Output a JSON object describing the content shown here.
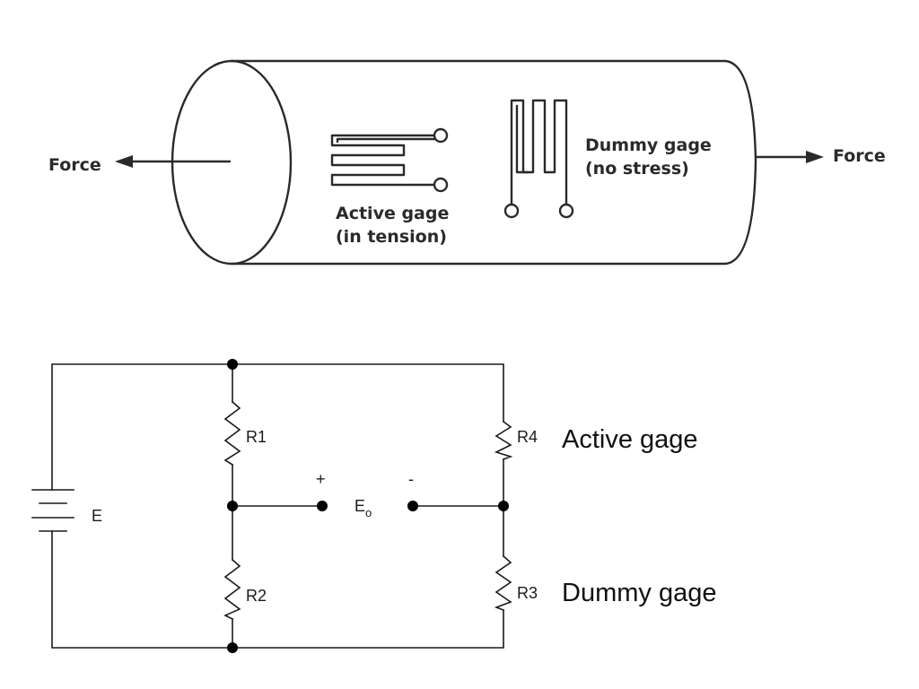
{
  "cylinder": {
    "force_left": "Force",
    "force_right": "Force",
    "active_gage_line1": "Active gage",
    "active_gage_line2": "(in tension)",
    "dummy_gage_line1": "Dummy gage",
    "dummy_gage_line2": "(no stress)"
  },
  "circuit": {
    "battery_label": "E",
    "r1_label": "R1",
    "r2_label": "R2",
    "r3_label": "R3",
    "r4_label": "R4",
    "plus_label": "+",
    "minus_label": "-",
    "output_label": "E",
    "output_subscript": "o",
    "r4_caption": "Active gage",
    "r3_caption": "Dummy gage"
  }
}
